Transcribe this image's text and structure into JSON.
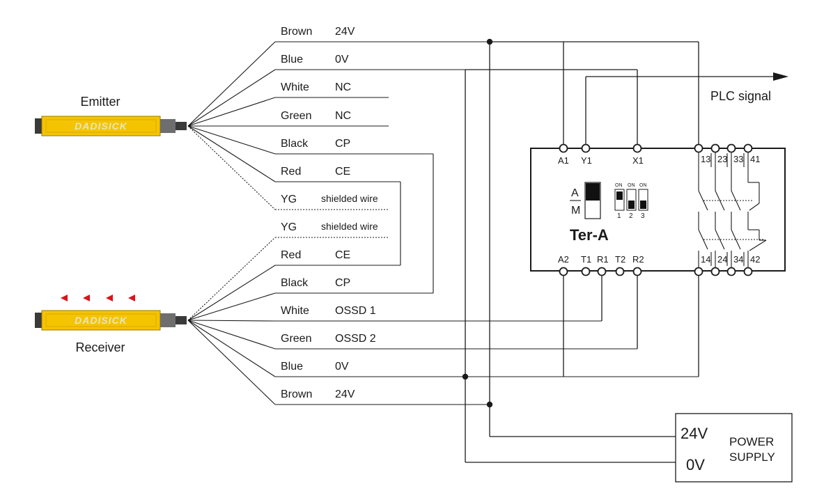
{
  "emitter": {
    "label": "Emitter",
    "brand": "DADISICK"
  },
  "receiver": {
    "label": "Receiver",
    "brand": "DADISICK"
  },
  "wires": [
    {
      "color": "Brown",
      "signal": "24V"
    },
    {
      "color": "Blue",
      "signal": "0V"
    },
    {
      "color": "White",
      "signal": "NC"
    },
    {
      "color": "Green",
      "signal": "NC"
    },
    {
      "color": "Black",
      "signal": "CP"
    },
    {
      "color": "Red",
      "signal": "CE"
    },
    {
      "color": "YG",
      "signal": "shielded wire"
    },
    {
      "color": "YG",
      "signal": "shielded wire"
    },
    {
      "color": "Red",
      "signal": "CE"
    },
    {
      "color": "Black",
      "signal": "CP"
    },
    {
      "color": "White",
      "signal": "OSSD 1"
    },
    {
      "color": "Green",
      "signal": "OSSD 2"
    },
    {
      "color": "Blue",
      "signal": "0V"
    },
    {
      "color": "Brown",
      "signal": "24V"
    }
  ],
  "plc_signal": "PLC signal",
  "relay": {
    "model": "Ter-A",
    "mode_auto": "A",
    "mode_manual": "M",
    "dip_on_label": "ON",
    "dip_numbers": [
      "1",
      "2",
      "3"
    ],
    "top_terminals": [
      "A1",
      "Y1",
      "X1",
      "13",
      "23",
      "33",
      "41"
    ],
    "bottom_terminals": [
      "A2",
      "T1",
      "R1",
      "T2",
      "R2",
      "14",
      "24",
      "34",
      "42"
    ]
  },
  "power_supply": {
    "v24": "24V",
    "v0": "0V",
    "line1": "POWER",
    "line2": "SUPPLY"
  },
  "colors": {
    "sensor_body": "#f5c400",
    "beam": "#d9141c",
    "line": "#1a1a1a"
  }
}
